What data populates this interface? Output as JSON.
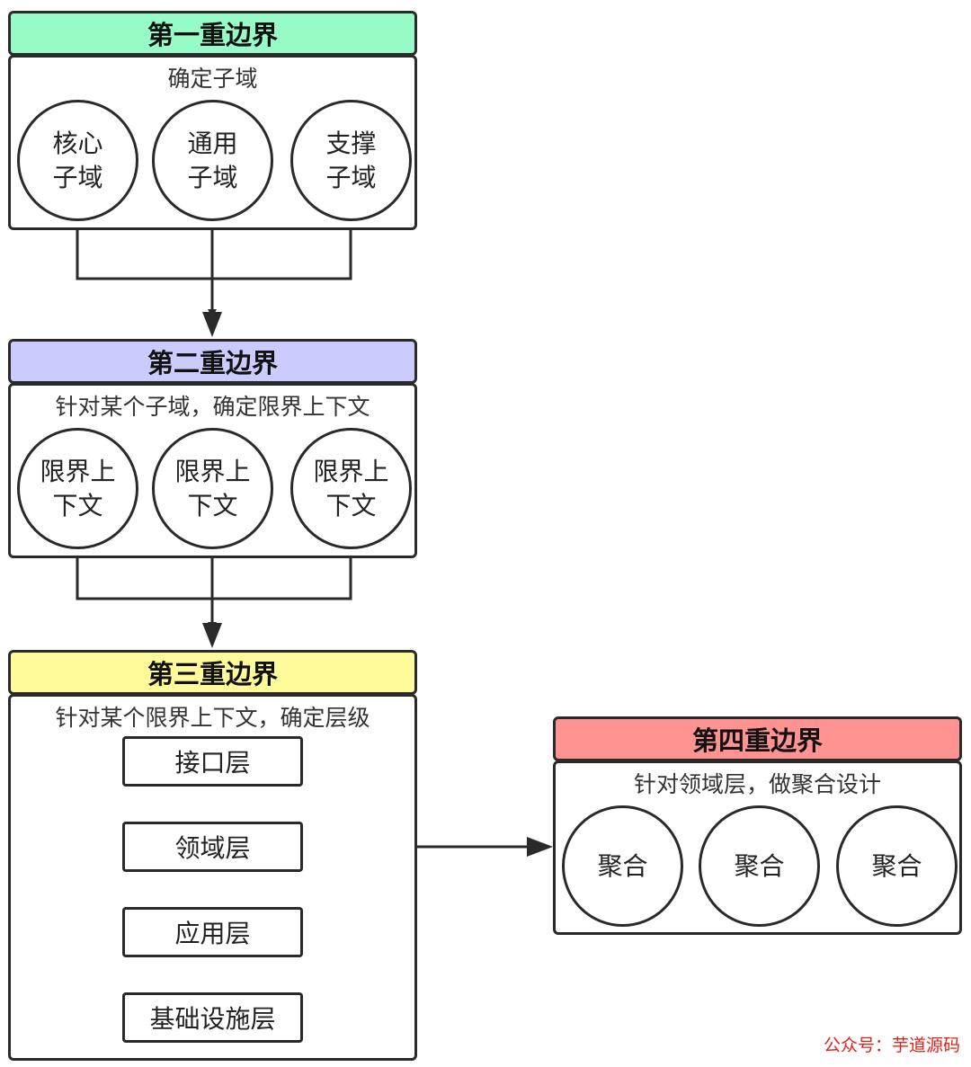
{
  "boundary1": {
    "title": "第一重边界",
    "caption": "确定子域",
    "color": "#97fbc8",
    "items": [
      {
        "line1": "核心",
        "line2": "子域"
      },
      {
        "line1": "通用",
        "line2": "子域"
      },
      {
        "line1": "支撑",
        "line2": "子域"
      }
    ]
  },
  "boundary2": {
    "title": "第二重边界",
    "caption": "针对某个子域，确定限界上下文",
    "color": "#cccbfe",
    "items": [
      {
        "line1": "限界上",
        "line2": "下文"
      },
      {
        "line1": "限界上",
        "line2": "下文"
      },
      {
        "line1": "限界上",
        "line2": "下文"
      }
    ]
  },
  "boundary3": {
    "title": "第三重边界",
    "caption": "针对某个限界上下文，确定层级",
    "color": "#fffa9a",
    "layers": [
      "接口层",
      "领域层",
      "应用层",
      "基础设施层"
    ]
  },
  "boundary4": {
    "title": "第四重边界",
    "caption": "针对领域层，做聚合设计",
    "color": "#fe9392",
    "items": [
      "聚合",
      "聚合",
      "聚合"
    ]
  },
  "watermark": "公众号：芋道源码"
}
